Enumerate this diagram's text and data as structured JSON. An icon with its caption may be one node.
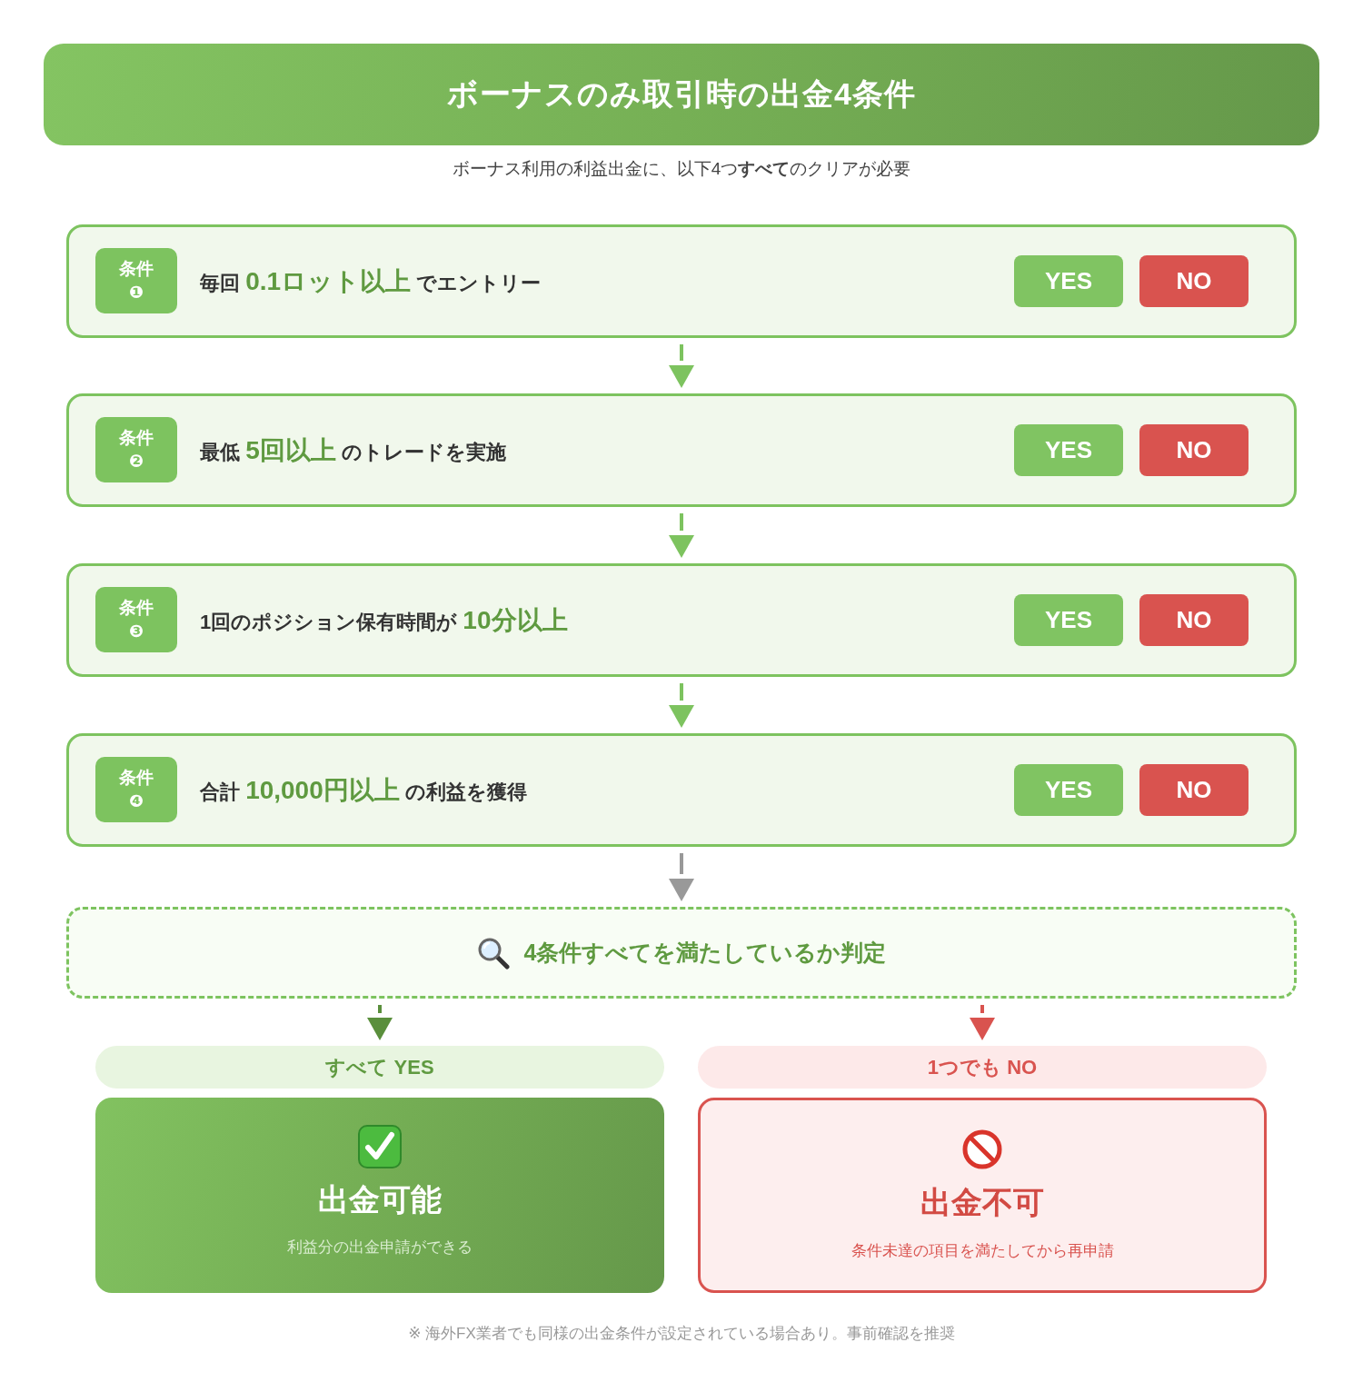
{
  "diagram": {
    "title": "ボーナスのみ取引時の出金4条件",
    "nodes": [
      {
        "text": [
          "毎回 **0.1ロット以上** でエントリー"
        ]
      },
      {
        "text": [
          "条件",
          "❶"
        ],
        "in": 0
      },
      {
        "text": [
          "YES"
        ],
        "in": 0
      },
      {
        "text": [
          "NO"
        ],
        "in": 0
      },
      {
        "text": [
          "最低 **5回以上** のトレードを実施"
        ]
      },
      {
        "text": [
          "条件",
          "❷"
        ],
        "in": 4
      },
      {
        "text": [
          "YES"
        ],
        "in": 4
      },
      {
        "text": [
          "NO"
        ],
        "in": 4
      },
      {
        "text": [
          "1回のポジション保有時間が **10分以上**"
        ]
      },
      {
        "text": [
          "条件",
          "❸"
        ],
        "in": 8
      },
      {
        "text": [
          "YES"
        ],
        "in": 8
      },
      {
        "text": [
          "NO"
        ],
        "in": 8
      },
      {
        "text": [
          "合計 **10,000円以上** の利益を獲得"
        ]
      },
      {
        "text": [
          "条件",
          "❹"
        ],
        "in": 12
      },
      {
        "text": [
          "YES"
        ],
        "in": 12
      },
      {
        "text": [
          "NO"
        ],
        "in": 12
      },
      {
        "text": [
          "4条件すべてを満たしているか判定"
        ]
      },
      {
        "text": [
          "すべて YES"
        ]
      },
      {
        "text": [
          "1つでも NO"
        ]
      },
      {
        "text": [
          "出金可能",
          "利益分の出金申請ができる"
        ]
      },
      {
        "text": [
          "出金不可",
          "条件未達の項目を満たしてから再申請"
        ]
      }
    ],
    "edges": [
      {
        "from": 0,
        "to": 4,
        "arrow": "to"
      },
      {
        "from": 4,
        "to": 8,
        "arrow": "to"
      },
      {
        "from": 8,
        "to": 12,
        "arrow": "to"
      },
      {
        "from": 12,
        "to": 16,
        "arrow": "to",
        "color": "#999999"
      },
      {
        "from": 16,
        "to": 17,
        "arrow": "to",
        "color": "#5a8f3c"
      },
      {
        "from": 16,
        "to": 18,
        "arrow": "to",
        "color": "#d9534f"
      }
    ],
    "labels": [
      "ボーナス利用の利益出金に、以下4つ**すべて**のクリアが必要",
      "※ 海外FX業者でも同様の出金条件が設定されている場合あり。事前確認を推奨"
    ]
  }
}
